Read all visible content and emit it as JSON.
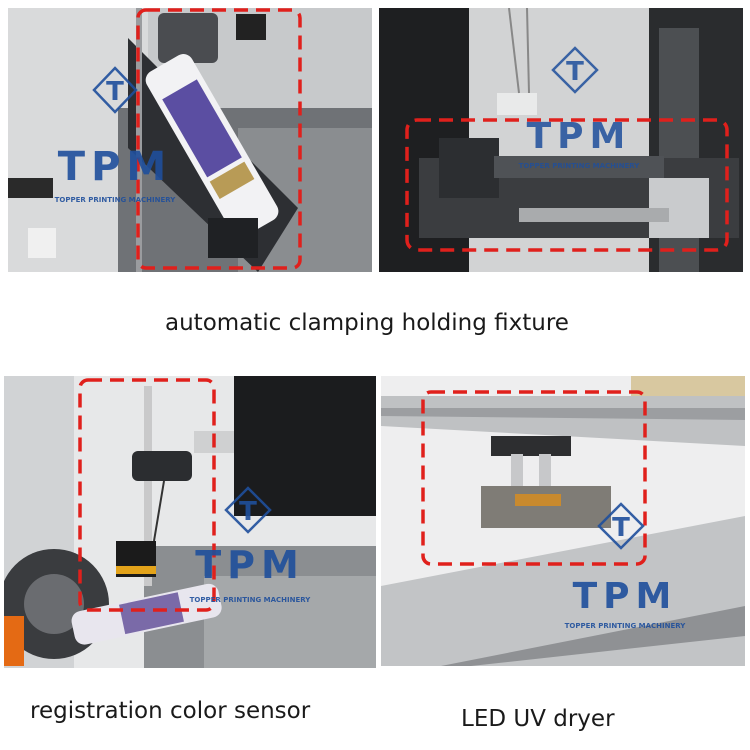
{
  "captions": {
    "top": "automatic clamping holding fixture",
    "bottom_left": "registration color sensor",
    "bottom_right": "LED UV dryer"
  },
  "watermark": {
    "logo_letter": "T",
    "brand": "TPM",
    "tagline": "TOPPER PRINTING MACHINERY"
  },
  "colors": {
    "highlight_box": "#e0201c",
    "watermark": "#1f4f9c"
  }
}
